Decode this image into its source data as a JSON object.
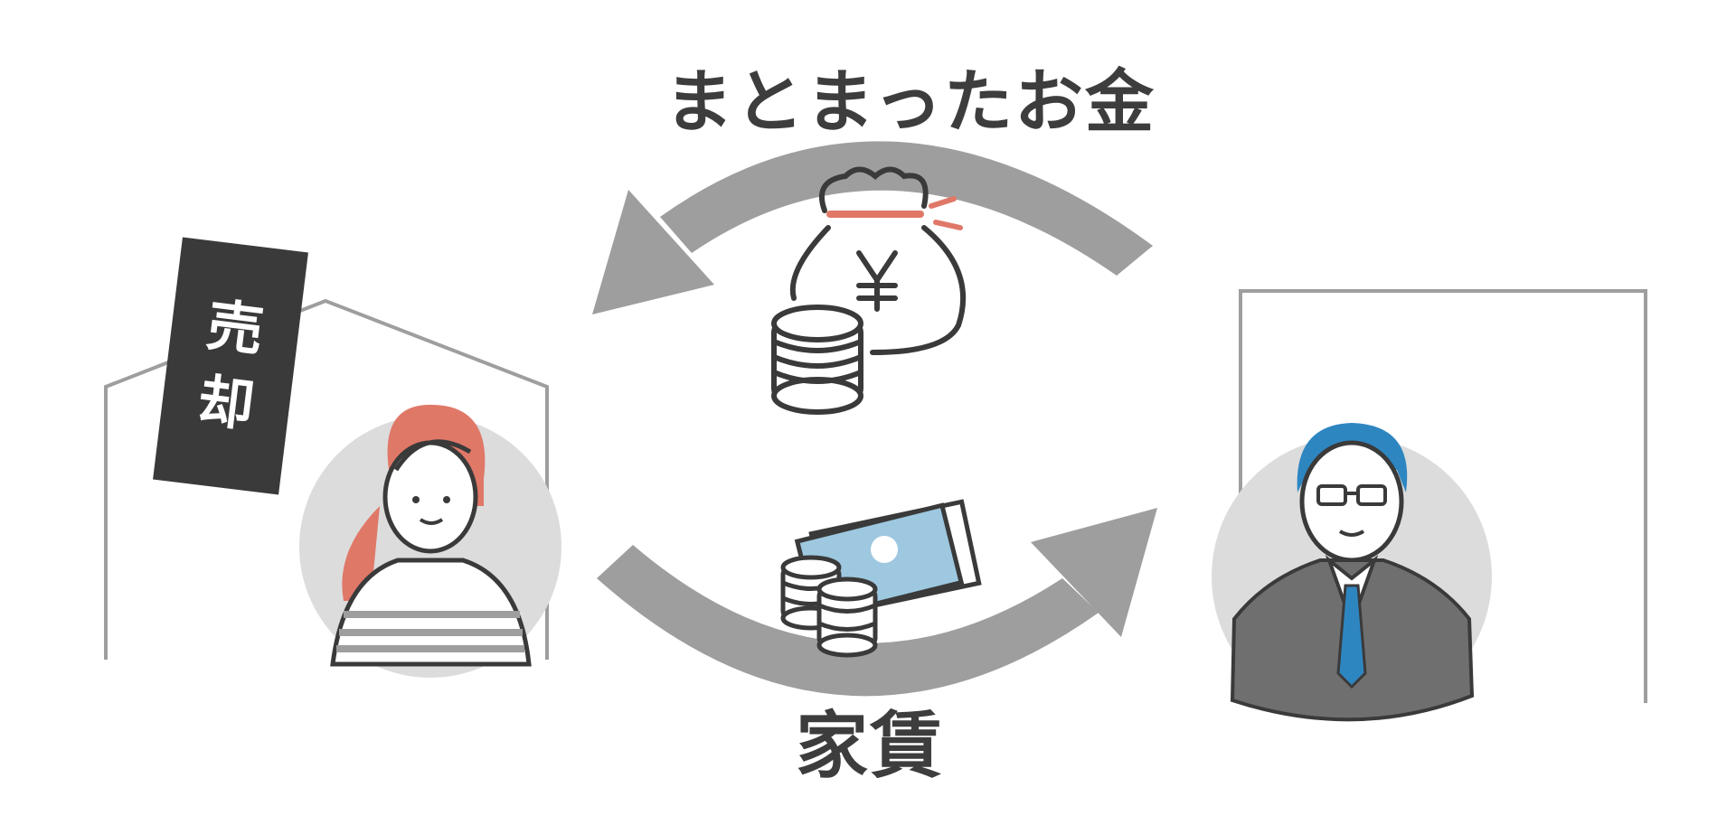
{
  "labels": {
    "lump_sum": "まとまったお金",
    "rent": "家賃"
  },
  "sign": {
    "char1": "売",
    "char2": "却"
  },
  "icons": {
    "money_bag": "money-bag-yen-icon",
    "coins": "coin-stack-icon",
    "bills": "banknotes-icon"
  },
  "colors": {
    "arrow": "#9e9e9e",
    "line": "#3a3a3a",
    "accent_red": "#e07868",
    "accent_blue": "#2e86c1",
    "circle_bg": "#dcdcdc",
    "bill_blue": "#9ec8e0"
  }
}
